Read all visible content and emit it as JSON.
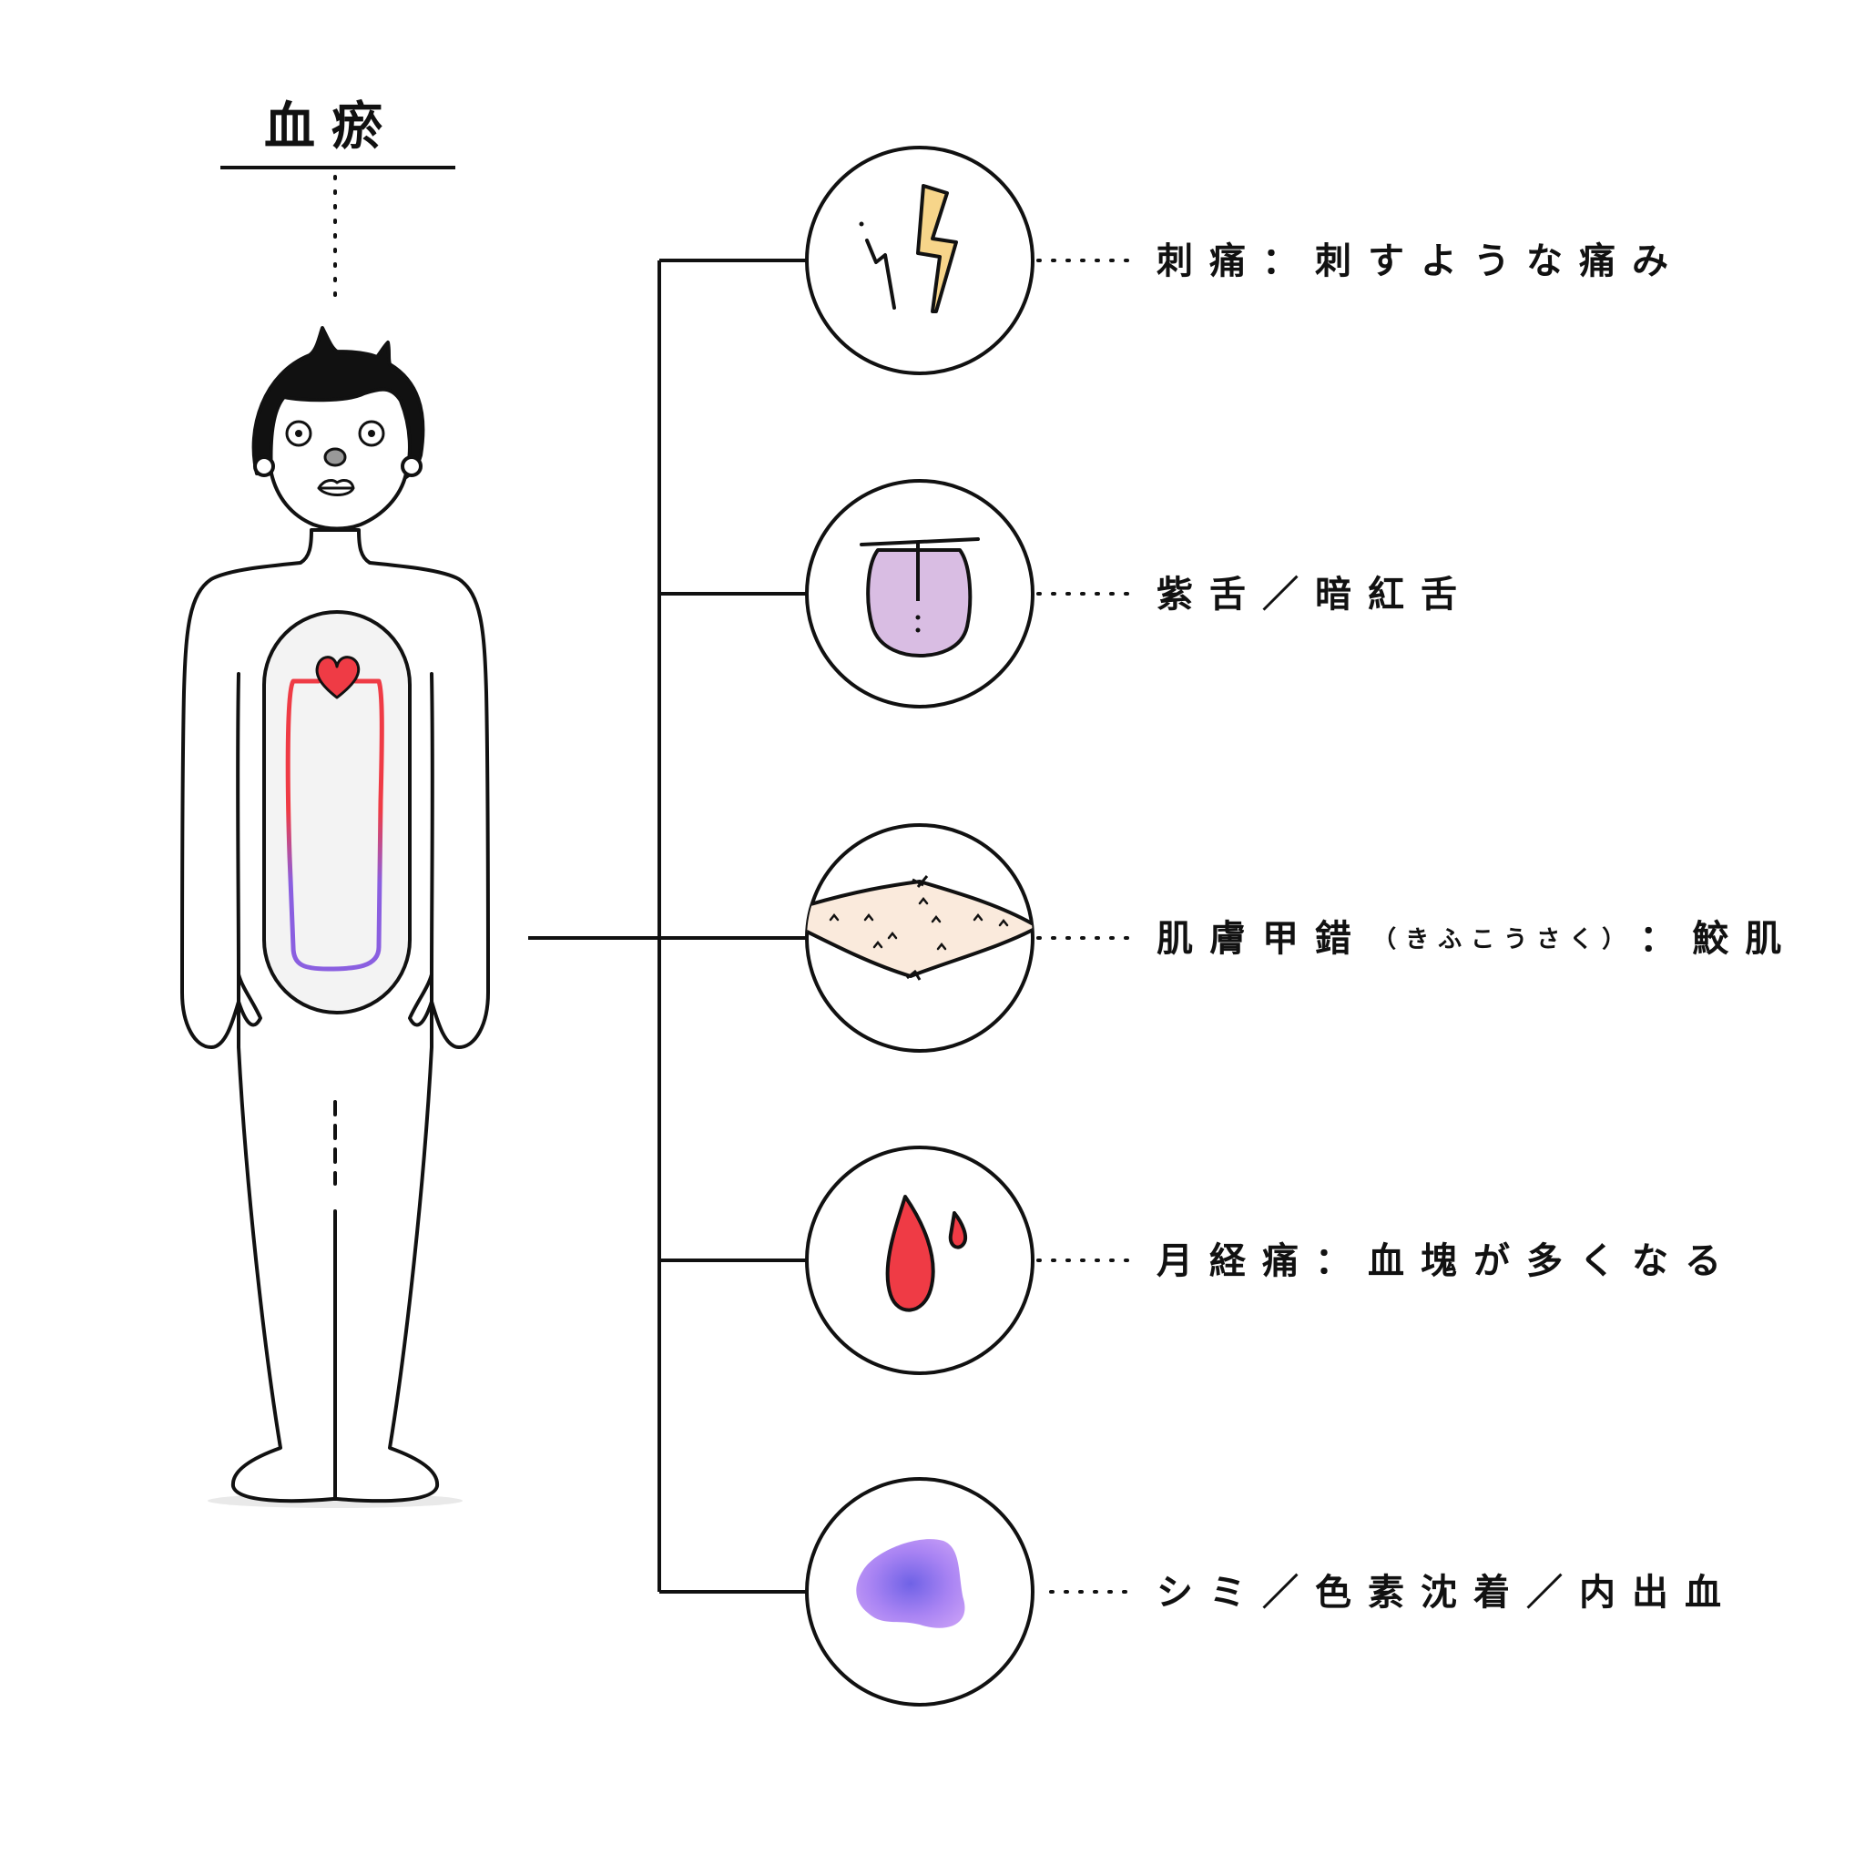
{
  "title": "血瘀",
  "symptoms": [
    {
      "name": "stabbing-pain",
      "main": "刺痛：刺すような痛み",
      "sub": ""
    },
    {
      "name": "purple-tongue",
      "main": "紫舌／暗紅舌",
      "sub": ""
    },
    {
      "name": "dry-skin",
      "main": "肌膚甲錯",
      "sub": "（きふこうさく）",
      "tail": "：鮫肌"
    },
    {
      "name": "menstrual-pain",
      "main": "月経痛：血塊が多くなる",
      "sub": ""
    },
    {
      "name": "spots",
      "main": "シミ／色素沈着／内出血",
      "sub": ""
    }
  ],
  "colors": {
    "line": "#111111",
    "lightning": "#f7d58a",
    "tongue": "#d9bde3",
    "skin": "#faeadc",
    "blood": "#ef3b45",
    "bruise": "#9d7ef0",
    "vessel_top": "#ef3b45",
    "vessel_bottom": "#8a5fe0",
    "torso_fill": "#f3f3f3"
  },
  "icons": [
    "lightning-icon",
    "tongue-icon",
    "skin-patch-icon",
    "blood-drop-icon",
    "bruise-spot-icon"
  ]
}
